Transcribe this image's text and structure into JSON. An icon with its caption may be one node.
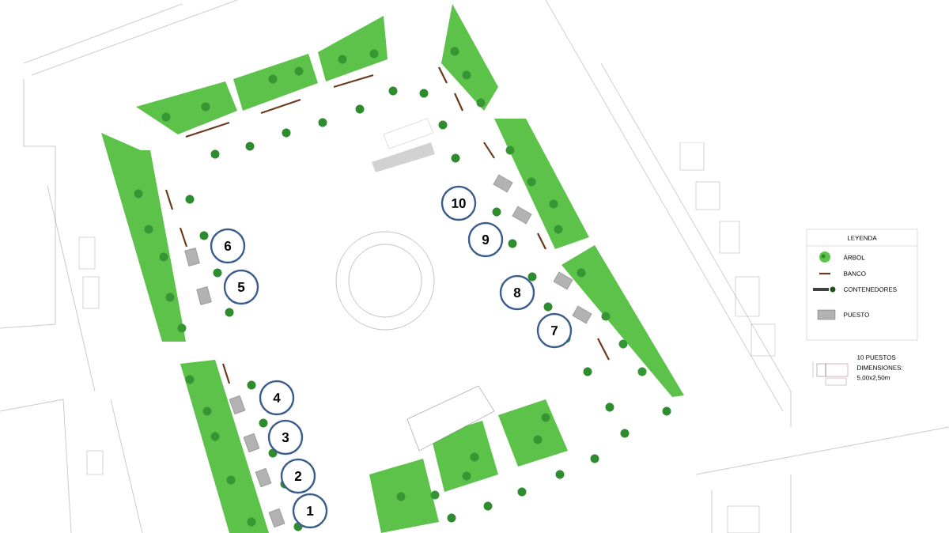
{
  "diagram": {
    "nodes": [
      {
        "text": [
          "1"
        ]
      },
      {
        "text": [
          "2"
        ]
      },
      {
        "text": [
          "3"
        ]
      },
      {
        "text": [
          "4"
        ]
      },
      {
        "text": [
          "5"
        ]
      },
      {
        "text": [
          "6"
        ]
      },
      {
        "text": [
          "7"
        ]
      },
      {
        "text": [
          "8"
        ]
      },
      {
        "text": [
          "9"
        ]
      },
      {
        "text": [
          "10"
        ]
      }
    ],
    "labels": [
      "LEYENDA",
      "10 PUESTOS",
      "DIMENSIONES:",
      "5,00x2,50m"
    ],
    "legend": [
      {
        "text": "ÁRBOL"
      },
      {
        "text": "BANCO"
      },
      {
        "text": "CONTENEDORES"
      },
      {
        "text": "PUESTO"
      }
    ]
  }
}
